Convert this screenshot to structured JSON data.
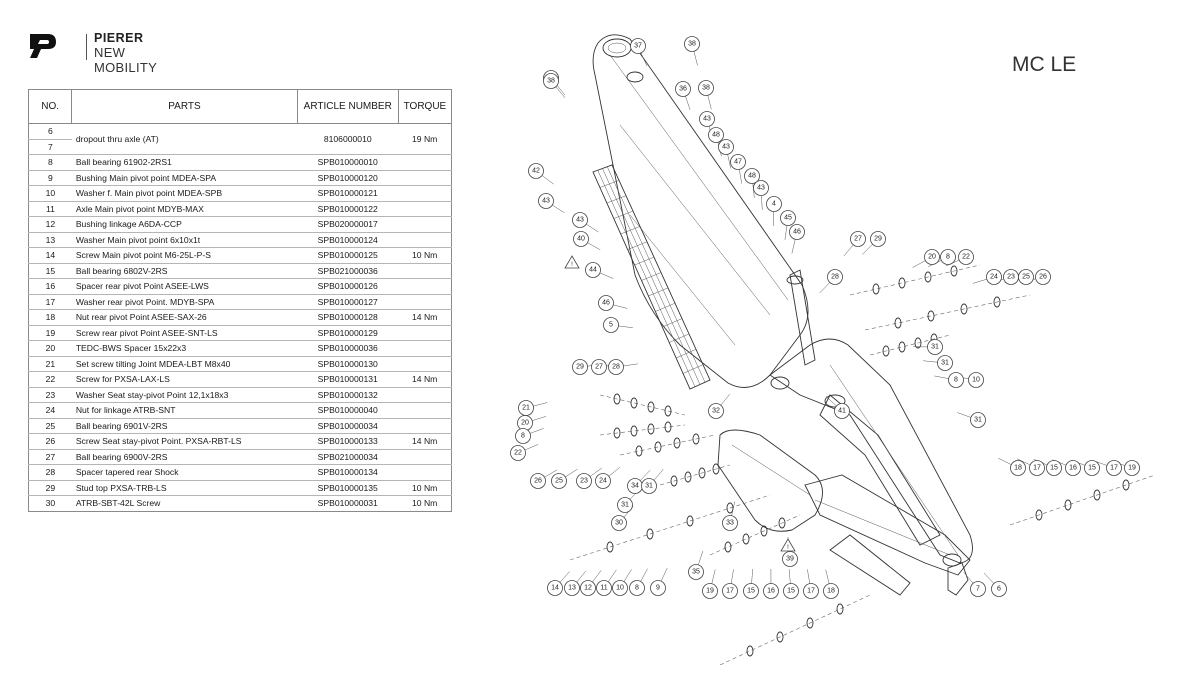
{
  "brand": {
    "line1": "PIERER",
    "line2": "NEW MOBILITY"
  },
  "model": "MC LE",
  "table": {
    "headers": {
      "no": "NO.",
      "parts": "PARTS",
      "article": "ARTICLE NUMBER",
      "torque": "TORQUE"
    },
    "rows": [
      {
        "no": "6",
        "part": "dropout thru axle (AT)",
        "article": "8106000010",
        "torque": "19 Nm",
        "span": 2
      },
      {
        "no": "7"
      },
      {
        "no": "8",
        "part": "Ball bearing 61902-2RS1",
        "article": "SPB010000010",
        "torque": ""
      },
      {
        "no": "9",
        "part": "Bushing Main pivot point MDEA-SPA",
        "article": "SPB010000120",
        "torque": ""
      },
      {
        "no": "10",
        "part": "Washer f. Main pivot point MDEA-SPB",
        "article": "SPB010000121",
        "torque": ""
      },
      {
        "no": "11",
        "part": "Axle Main pivot point MDYB-MAX",
        "article": "SPB010000122",
        "torque": ""
      },
      {
        "no": "12",
        "part": "Bushing linkage A6DA-CCP",
        "article": "SPB020000017",
        "torque": ""
      },
      {
        "no": "13",
        "part": "Washer Main pivot point 6x10x1t",
        "article": "SPB010000124",
        "torque": ""
      },
      {
        "no": "14",
        "part": "Screw Main pivot point M6-25L-P-S",
        "article": "SPB010000125",
        "torque": "10 Nm"
      },
      {
        "no": "15",
        "part": "Ball bearing 6802V-2RS",
        "article": "SPB021000036",
        "torque": ""
      },
      {
        "no": "16",
        "part": "Spacer rear pivot Point ASEE-LWS",
        "article": "SPB010000126",
        "torque": ""
      },
      {
        "no": "17",
        "part": "Washer rear pivot Point. MDYB-SPA",
        "article": "SPB010000127",
        "torque": ""
      },
      {
        "no": "18",
        "part": "Nut rear pivot Point ASEE-SAX-26",
        "article": "SPB010000128",
        "torque": "14 Nm"
      },
      {
        "no": "19",
        "part": "Screw rear pivot Point ASEE-SNT-LS",
        "article": "SPB010000129",
        "torque": ""
      },
      {
        "no": "20",
        "part": "TEDC-BWS Spacer 15x22x3",
        "article": "SPB010000036",
        "torque": ""
      },
      {
        "no": "21",
        "part": "Set screw tilting Joint MDEA-LBT M8x40",
        "article": "SPB010000130",
        "torque": ""
      },
      {
        "no": "22",
        "part": "Screw for PXSA-LAX-LS",
        "article": "SPB010000131",
        "torque": "14 Nm"
      },
      {
        "no": "23",
        "part": "Washer Seat stay-pivot Point 12,1x18x3",
        "article": "SPB010000132",
        "torque": ""
      },
      {
        "no": "24",
        "part": "Nut for linkage ATRB-SNT",
        "article": "SPB010000040",
        "torque": ""
      },
      {
        "no": "25",
        "part": "Ball bearing 6901V-2RS",
        "article": "SPB010000034",
        "torque": ""
      },
      {
        "no": "26",
        "part": "Screw Seat stay-pivot Point. PXSA-RBT-LS",
        "article": "SPB010000133",
        "torque": "14 Nm"
      },
      {
        "no": "27",
        "part": "Ball bearing 6900V-2RS",
        "article": "SPB021000034",
        "torque": ""
      },
      {
        "no": "28",
        "part": "Spacer tapered rear Shock",
        "article": "SPB010000134",
        "torque": ""
      },
      {
        "no": "29",
        "part": "Stud top PXSA-TRB-LS",
        "article": "SPB010000135",
        "torque": "10 Nm"
      },
      {
        "no": "30",
        "part": "ATRB-SBT-42L Screw",
        "article": "SPB010000031",
        "torque": "10 Nm"
      }
    ]
  },
  "callouts": [
    "38",
    "37",
    "36",
    "38",
    "36",
    "38",
    "48",
    "43",
    "43",
    "47",
    "48",
    "43",
    "4",
    "45",
    "46",
    "42",
    "43",
    "43",
    "40",
    "44",
    "46",
    "5",
    "28",
    "27",
    "29",
    "20",
    "8",
    "22",
    "24",
    "23",
    "25",
    "26",
    "31",
    "31",
    "8",
    "10",
    "31",
    "41",
    "29",
    "27",
    "28",
    "21",
    "20",
    "8",
    "22",
    "32",
    "26",
    "25",
    "23",
    "24",
    "34",
    "31",
    "31",
    "30",
    "33",
    "39",
    "35",
    "14",
    "13",
    "12",
    "11",
    "10",
    "8",
    "9",
    "18",
    "17",
    "15",
    "16",
    "15",
    "17",
    "19",
    "7",
    "6",
    "19",
    "17",
    "15",
    "16",
    "15",
    "17",
    "18"
  ]
}
